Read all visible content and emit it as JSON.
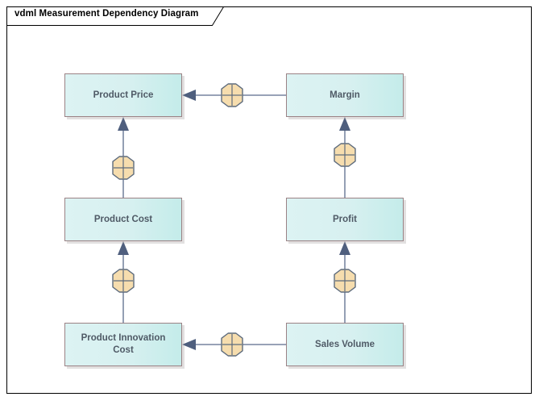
{
  "frame": {
    "title": "vdml Measurement Dependency Diagram",
    "border_color": "#000000",
    "background": "#ffffff"
  },
  "theme": {
    "node_fill_start": "#dcf3f3",
    "node_fill_end": "#c4ecea",
    "node_border": "#9b8285",
    "node_text": "#4f5a66",
    "connector_line": "#5b6b8c",
    "connector_arrow": "#4f5f7e",
    "operator_fill": "#f6ddae",
    "operator_border": "#5d6b7d",
    "operator_symbol": "#5d6b7d"
  },
  "nodes": [
    {
      "id": "product-price",
      "label": "Product Price",
      "column": "left",
      "row": "top"
    },
    {
      "id": "product-cost",
      "label": "Product Cost",
      "column": "left",
      "row": "middle"
    },
    {
      "id": "product-innovation",
      "label": "Product Innovation Cost",
      "column": "left",
      "row": "bottom"
    },
    {
      "id": "margin",
      "label": "Margin",
      "column": "right",
      "row": "top"
    },
    {
      "id": "profit",
      "label": "Profit",
      "column": "right",
      "row": "middle"
    },
    {
      "id": "sales-volume",
      "label": "Sales Volume",
      "column": "right",
      "row": "bottom"
    }
  ],
  "operators": [
    {
      "id": "op-margin-to-price",
      "symbol": "+",
      "icon": "plus-operator-icon"
    },
    {
      "id": "op-cost-to-price",
      "symbol": "+",
      "icon": "plus-operator-icon"
    },
    {
      "id": "op-profit-to-margin",
      "symbol": "+",
      "icon": "plus-operator-icon"
    },
    {
      "id": "op-innovation-to-cost",
      "symbol": "+",
      "icon": "plus-operator-icon"
    },
    {
      "id": "op-volume-to-profit",
      "symbol": "+",
      "icon": "plus-operator-icon"
    },
    {
      "id": "op-volume-to-innovation",
      "symbol": "+",
      "icon": "plus-operator-icon"
    }
  ],
  "dependencies": [
    {
      "from": "margin",
      "to": "product-price",
      "operator": "op-margin-to-price",
      "direction": "right-to-left"
    },
    {
      "from": "product-cost",
      "to": "product-price",
      "operator": "op-cost-to-price",
      "direction": "bottom-to-top"
    },
    {
      "from": "profit",
      "to": "margin",
      "operator": "op-profit-to-margin",
      "direction": "bottom-to-top"
    },
    {
      "from": "product-innovation",
      "to": "product-cost",
      "operator": "op-innovation-to-cost",
      "direction": "bottom-to-top"
    },
    {
      "from": "sales-volume",
      "to": "profit",
      "operator": "op-volume-to-profit",
      "direction": "bottom-to-top"
    },
    {
      "from": "sales-volume",
      "to": "product-innovation",
      "operator": "op-volume-to-innovation",
      "direction": "right-to-left"
    }
  ]
}
